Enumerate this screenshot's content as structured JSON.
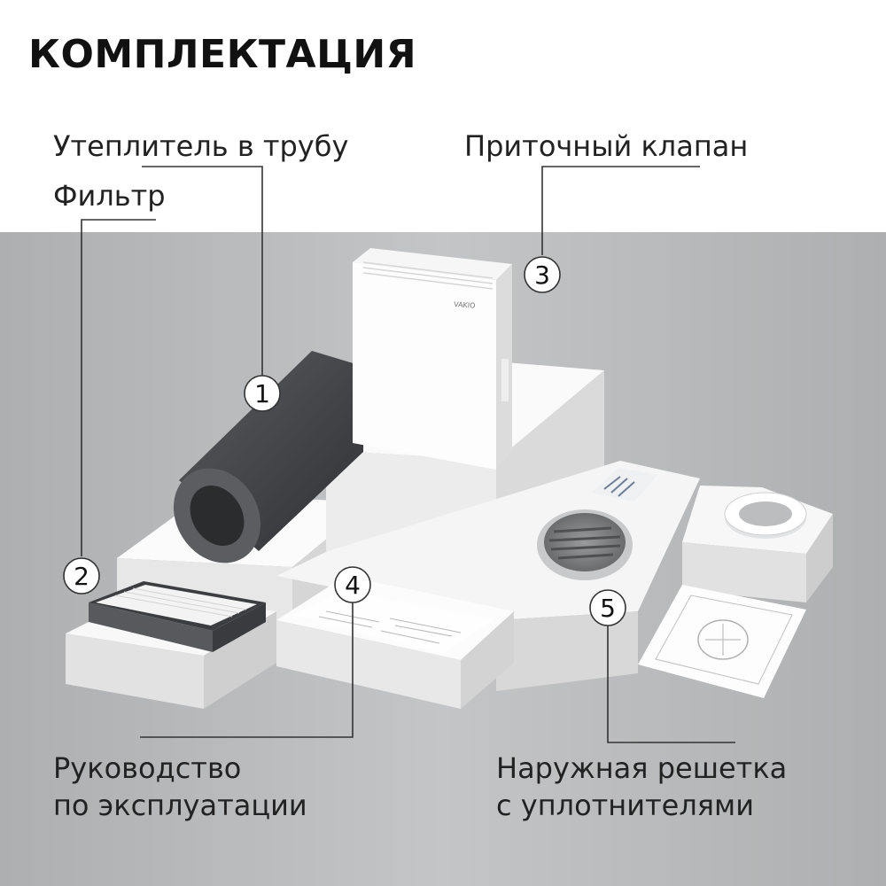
{
  "title": "КОМПЛЕКТАЦИЯ",
  "items": [
    {
      "number": "1",
      "label": "Утеплитель в трубу"
    },
    {
      "number": "2",
      "label": "Фильтр"
    },
    {
      "number": "3",
      "label": "Приточный клапан"
    },
    {
      "number": "4",
      "label_line1": "Руководство",
      "label_line2": "по эксплуатации"
    },
    {
      "number": "5",
      "label_line1": "Наружная решетка",
      "label_line2": "с уплотнителями"
    }
  ],
  "device_logo": "VAKIO",
  "colors": {
    "backdrop": "#b7b8b9",
    "pedestal": "#f1f1f1",
    "insulation": "#4a4b4d",
    "line": "#333333",
    "text": "#222222"
  }
}
